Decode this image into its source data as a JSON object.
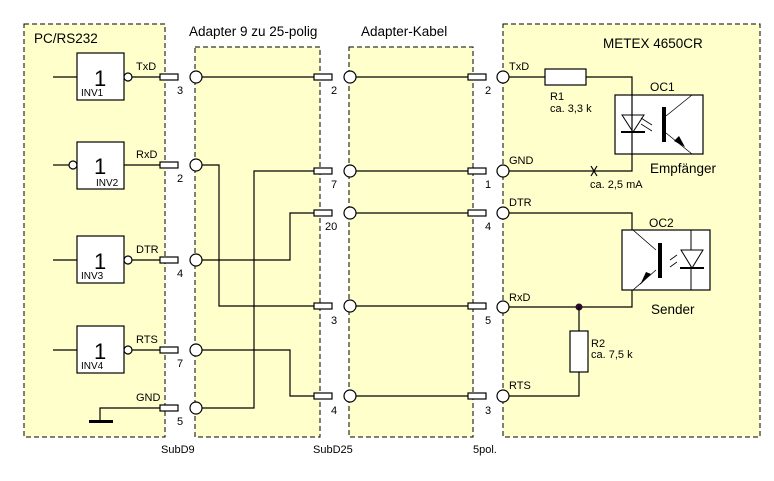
{
  "sections": {
    "pc": "PC/RS232",
    "adapter_9_25": "Adapter 9 zu 25-polig",
    "adapter_cable": "Adapter-Kabel",
    "meter": "METEX 4650CR"
  },
  "connectors": {
    "subd9": "SubD9",
    "subd25": "SubD25",
    "pol5": "5pol."
  },
  "gates": [
    {
      "symbol": "1",
      "name": "INV1",
      "signal": "TxD",
      "pin": "3"
    },
    {
      "symbol": "1",
      "name": "INV2",
      "signal": "RxD",
      "pin": "2"
    },
    {
      "symbol": "1",
      "name": "INV3",
      "signal": "DTR",
      "pin": "4"
    },
    {
      "symbol": "1",
      "name": "INV4",
      "signal": "RTS",
      "pin": "7"
    }
  ],
  "pc_gnd": {
    "signal": "GND",
    "pin": "5"
  },
  "subd25_pins": [
    "2",
    "7",
    "20",
    "3",
    "4"
  ],
  "pol5_pins": [
    "2",
    "1",
    "4",
    "5",
    "3"
  ],
  "meter_signals": [
    "TxD",
    "GND",
    "DTR",
    "RxD",
    "RTS"
  ],
  "components": {
    "r1": {
      "name": "R1",
      "value": "ca. 3,3 k"
    },
    "r2": {
      "name": "R2",
      "value": "ca. 7,5 k"
    },
    "oc1": {
      "name": "OC1",
      "role": "Empfänger"
    },
    "oc2": {
      "name": "OC2",
      "role": "Sender"
    },
    "current": "ca. 2,5 mA"
  }
}
